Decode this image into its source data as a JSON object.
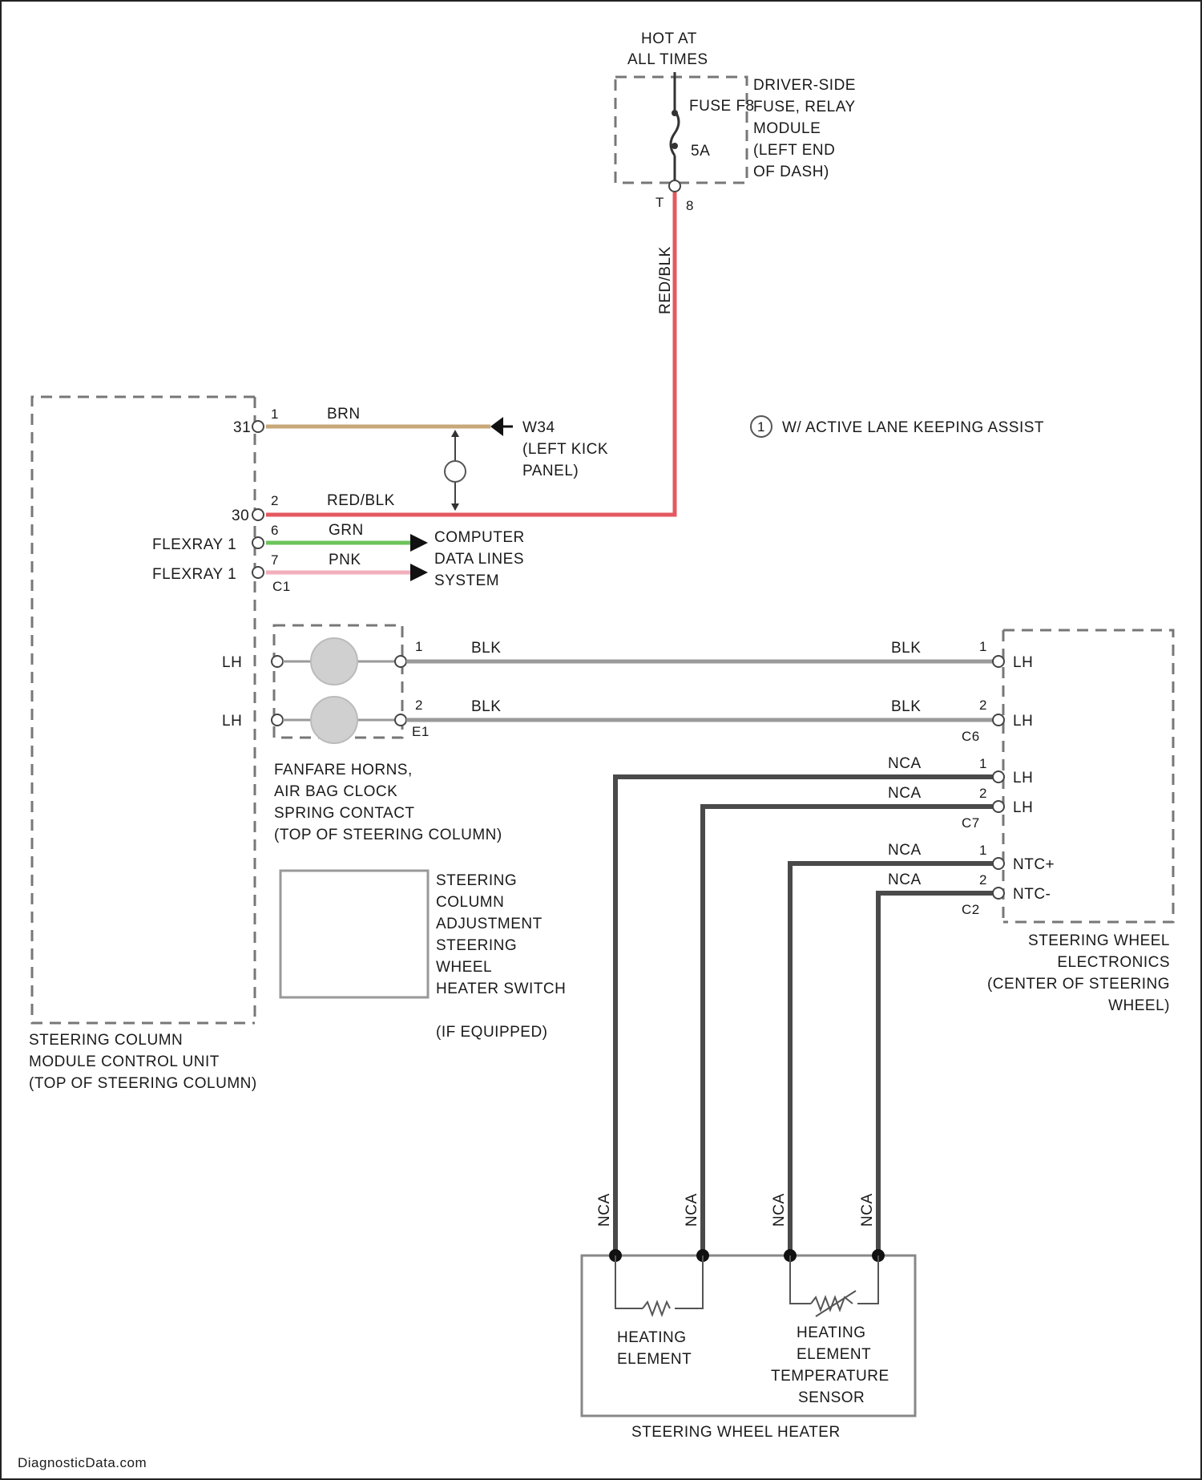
{
  "fuse_block": {
    "hot_line1": "HOT AT",
    "hot_line2": "ALL TIMES",
    "fuse_label": "FUSE F8",
    "fuse_rating": "5A",
    "module_lines": [
      "DRIVER-SIDE",
      "FUSE, RELAY",
      "MODULE",
      "(LEFT END",
      "OF DASH)"
    ],
    "pin_bottom": "8",
    "pin_side": "T"
  },
  "note": {
    "symbol": "1",
    "text": "W/ ACTIVE LANE KEEPING ASSIST"
  },
  "ground": {
    "name": "W34",
    "location_lines": [
      "(LEFT KICK",
      "PANEL)"
    ]
  },
  "column_module": {
    "pins": [
      {
        "side_label": "31",
        "pin": "1",
        "wire": "BRN"
      },
      {
        "side_label": "30",
        "pin": "2",
        "wire": "RED/BLK"
      },
      {
        "side_label": "FLEXRAY 1",
        "pin": "6",
        "wire": "GRN"
      },
      {
        "side_label": "FLEXRAY 1",
        "pin": "7",
        "wire": "PNK"
      }
    ],
    "connector": "C1",
    "data_lines": [
      "COMPUTER",
      "DATA LINES",
      "SYSTEM"
    ],
    "riser_wire": "RED/BLK",
    "label_lines": [
      "STEERING COLUMN",
      "MODULE CONTROL UNIT",
      "(TOP OF STEERING COLUMN)"
    ]
  },
  "horn": {
    "rows": [
      {
        "left": "LH",
        "pin": "1",
        "wire_left": "BLK",
        "wire_right": "BLK",
        "right_pin": "1",
        "right": "LH"
      },
      {
        "left": "LH",
        "pin": "2",
        "wire_left": "BLK",
        "wire_right": "BLK",
        "right_pin": "2",
        "right": "LH"
      }
    ],
    "connector_left": "E1",
    "connector_right": "C6",
    "label_lines": [
      "FANFARE HORNS,",
      "AIR BAG CLOCK",
      "SPRING CONTACT",
      "(TOP OF STEERING COLUMN)"
    ]
  },
  "switch": {
    "label_lines": [
      "STEERING",
      "COLUMN",
      "ADJUSTMENT",
      "STEERING",
      "WHEEL",
      "HEATER SWITCH"
    ],
    "equipped": "(IF EQUIPPED)"
  },
  "wheel_electronics": {
    "c7_rows": [
      {
        "wire": "NCA",
        "pin": "1",
        "label": "LH"
      },
      {
        "wire": "NCA",
        "pin": "2",
        "label": "LH"
      }
    ],
    "c7": "C7",
    "c2_rows": [
      {
        "wire": "NCA",
        "pin": "1",
        "label": "NTC+"
      },
      {
        "wire": "NCA",
        "pin": "2",
        "label": "NTC-"
      }
    ],
    "c2": "C2",
    "label_lines": [
      "STEERING WHEEL",
      "ELECTRONICS",
      "(CENTER OF STEERING",
      "WHEEL)"
    ]
  },
  "heater": {
    "vertical_wires": [
      "NCA",
      "NCA",
      "NCA",
      "NCA"
    ],
    "element_lines": [
      "HEATING",
      "ELEMENT"
    ],
    "sensor_lines": [
      "HEATING",
      "ELEMENT",
      "TEMPERATURE",
      "SENSOR"
    ],
    "label": "STEERING WHEEL HEATER"
  },
  "watermark": "DiagnosticData.com",
  "colors": {
    "red_blk": "#e4585f",
    "brn": "#c8a878",
    "grn": "#6cc45a",
    "pnk": "#f2aebb",
    "blk": "#9a9a9a",
    "nca": "#4a4a4a"
  }
}
